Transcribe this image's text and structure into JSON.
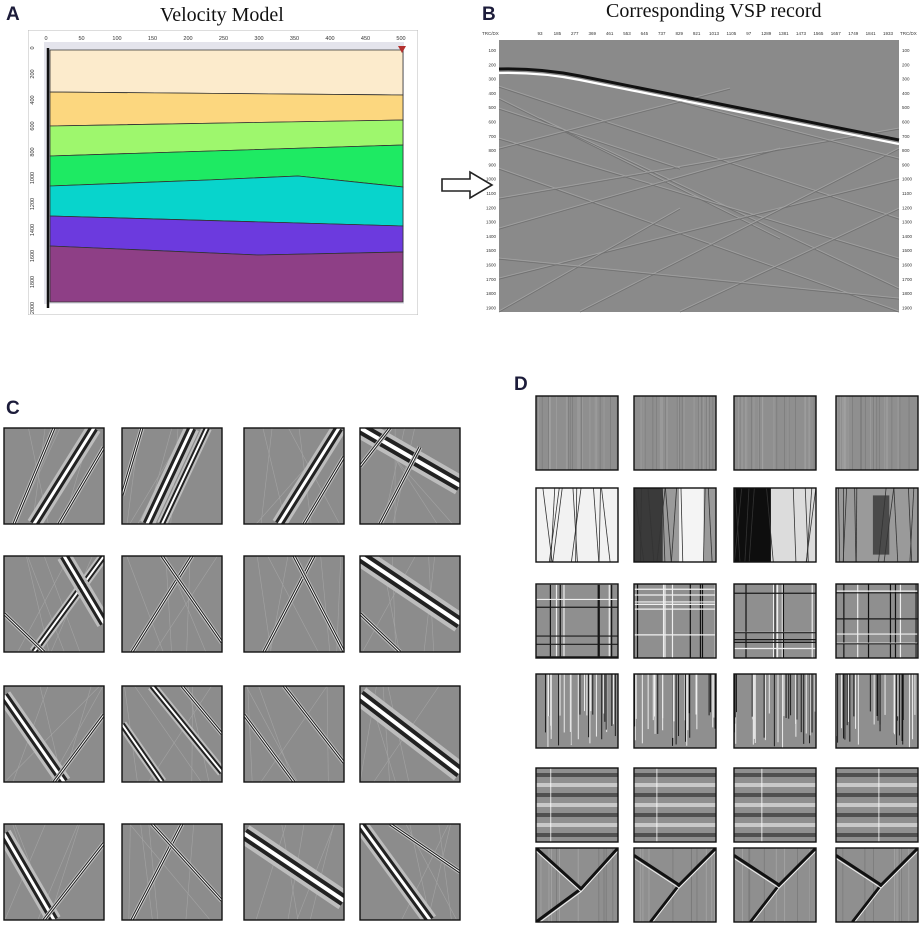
{
  "panel_labels": {
    "a": "A",
    "b": "B",
    "c": "C",
    "d": "D"
  },
  "titles": {
    "velocity_model": "Velocity Model",
    "vsp_record": "Corresponding VSP record"
  },
  "velocity_model": {
    "x_ticks": [
      "0",
      "50",
      "100",
      "150",
      "200",
      "250",
      "300",
      "350",
      "400",
      "450",
      "500"
    ],
    "y_ticks": [
      "0",
      "200",
      "400",
      "600",
      "800",
      "1000",
      "1200",
      "1400",
      "1600",
      "1800",
      "2000"
    ],
    "layer_colors": [
      "#fcebcc",
      "#fcd77f",
      "#9ef76d",
      "#1eea63",
      "#08d4cc",
      "#6c3ade",
      "#8e3f86"
    ],
    "background_color": "#e4e4ec"
  },
  "vsp_record": {
    "corner_label": "TRC/DX",
    "top_ticks": [
      "93",
      "185",
      "277",
      "369",
      "461",
      "553",
      "645",
      "737",
      "829",
      "921",
      "1013",
      "1105",
      "97",
      "1289",
      "1381",
      "1473",
      "1565",
      "1657",
      "1749",
      "1841",
      "1933"
    ],
    "y_ticks": [
      "100",
      "200",
      "300",
      "400",
      "500",
      "600",
      "700",
      "800",
      "900",
      "1000",
      "1100",
      "1200",
      "1300",
      "1400",
      "1500",
      "1600",
      "1700",
      "1800",
      "1900"
    ],
    "background_color": "#8a8a8a"
  },
  "panel_c": {
    "background_color": "#8c8c8c"
  },
  "panel_d": {
    "background_color": "#8f8f8f"
  },
  "arrow": {
    "icon": "right-arrow-icon"
  }
}
